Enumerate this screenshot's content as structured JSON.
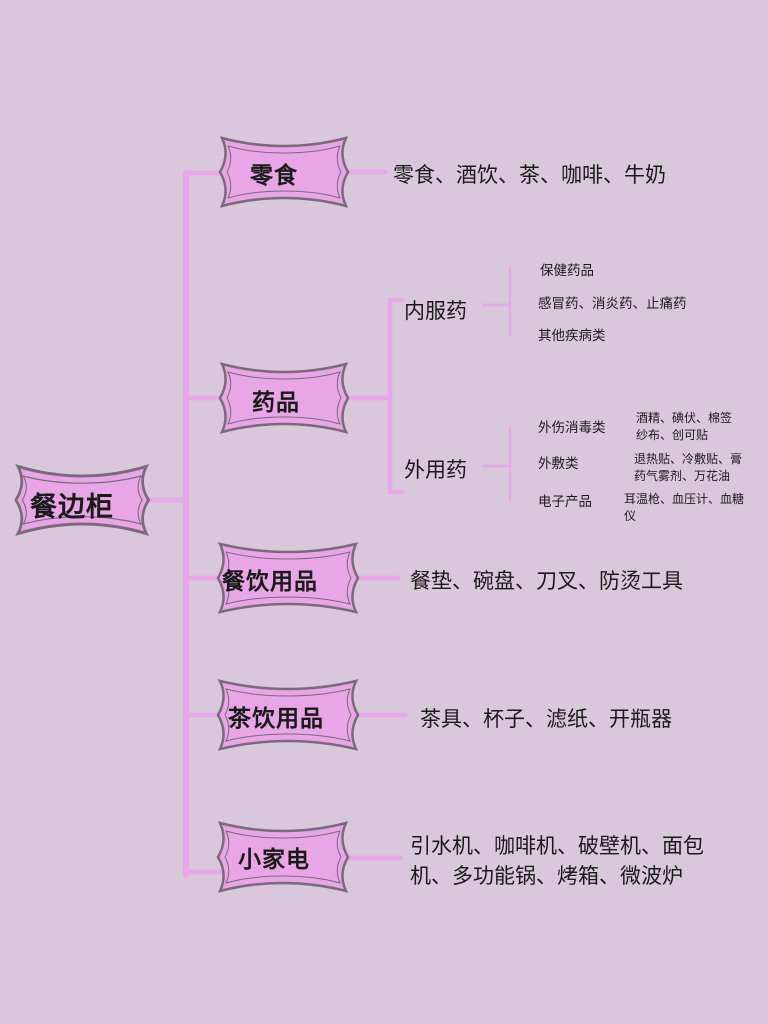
{
  "root": {
    "label": "餐边柜"
  },
  "categories": {
    "snacks": {
      "label": "零食",
      "detail": "零食、酒饮、茶、咖啡、牛奶"
    },
    "medicine": {
      "label": "药品",
      "internal": {
        "label": "内服药",
        "items": [
          "保健药品",
          "感冒药、消炎药、止痛药",
          "其他疾病类"
        ]
      },
      "external": {
        "label": "外用药",
        "items": [
          {
            "label": "外伤消毒类",
            "detail_line1": "酒精、碘伏、棉签",
            "detail_line2": "纱布、创可贴"
          },
          {
            "label": "外敷类",
            "detail_line1": "退热贴、冷敷贴、膏",
            "detail_line2": "药气雾剂、万花油"
          },
          {
            "label": "电子产品",
            "detail_line1": "耳温枪、血压计、血糖",
            "detail_line2": "仪"
          }
        ]
      }
    },
    "dining": {
      "label": "餐饮用品",
      "detail": "餐垫、碗盘、刀叉、防烫工具"
    },
    "tea": {
      "label": "茶饮用品",
      "detail": "茶具、杯子、滤纸、开瓶器"
    },
    "appliance": {
      "label": "小家电",
      "detail_line1": "引水机、咖啡机、破壁机、面包",
      "detail_line2": "机、多功能锅、烤箱、微波炉"
    }
  },
  "colors": {
    "background": "#d9c8db",
    "connector": "#e8a8e8",
    "badge_fill": "#e8a6e6",
    "badge_border": "#7a6a7c",
    "text": "#1a1a1a"
  }
}
